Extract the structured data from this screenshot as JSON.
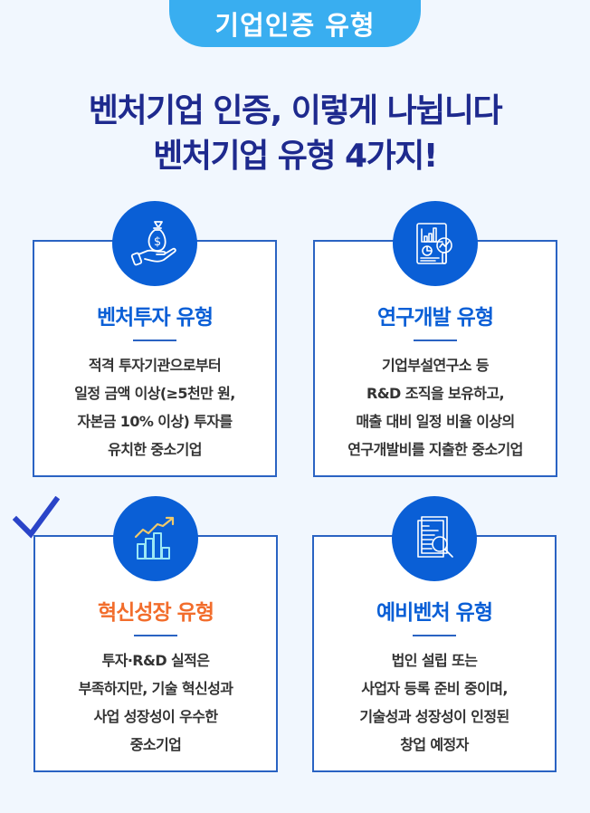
{
  "badge": {
    "label": "기업인증 유형"
  },
  "headline": {
    "line1": "벤처기업 인증, 이렇게 나뉩니다",
    "line2": "벤처기업 유형 4가지!"
  },
  "colors": {
    "background": "#f1f7fe",
    "badge": "#39aef0",
    "headline": "#1e2a8e",
    "accent_blue": "#0a5fd6",
    "accent_orange": "#f26d2c",
    "border": "#2a63c3"
  },
  "cards": [
    {
      "icon": "money-bag-hand-icon",
      "title": "벤처투자 유형",
      "lines": [
        "적격 투자기관으로부터",
        "일정 금액 이상(≥5천만 원,",
        "자본금 10% 이상) 투자를",
        "유치한 중소기업"
      ]
    },
    {
      "icon": "report-magnifier-icon",
      "title": "연구개발 유형",
      "lines": [
        "기업부설연구소 등",
        "R&D 조직을 보유하고,",
        "매출 대비 일정 비율 이상의",
        "연구개발비를 지출한 중소기업"
      ]
    },
    {
      "icon": "growth-chart-icon",
      "title": "혁신성장 유형",
      "checked": true,
      "lines": [
        "투자·R&D 실적은",
        "부족하지만, 기술 혁신성과",
        "사업 성장성이 우수한",
        "중소기업"
      ]
    },
    {
      "icon": "document-search-icon",
      "title": "예비벤처 유형",
      "lines": [
        "법인 설립 또는",
        "사업자 등록 준비 중이며,",
        "기술성과 성장성이 인정된",
        "창업 예정자"
      ]
    }
  ]
}
